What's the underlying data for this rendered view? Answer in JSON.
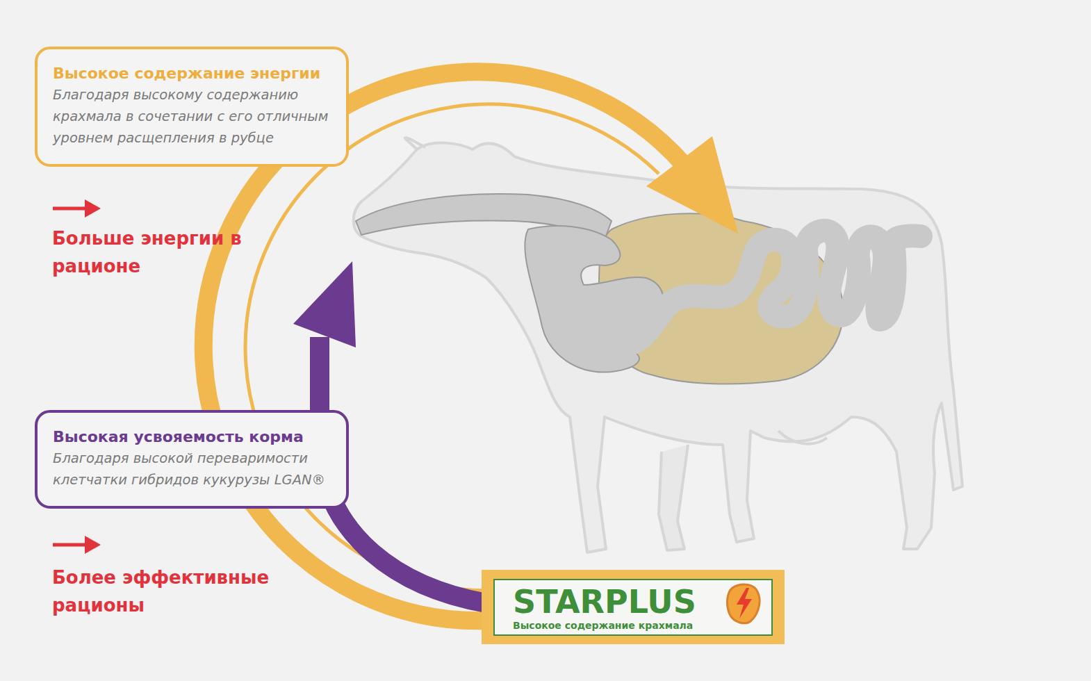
{
  "diagram": {
    "nodes": [
      {
        "text": [
          "Высокое содержание энергии",
          "Благодаря высокому содержанию крахмала в сочетании с его отличным уровнем расщепления в рубце"
        ]
      },
      {
        "text": [
          "Высокая усвояемость корма",
          "Благодаря высокой переваримости клетчатки гибридов кукурузы LGAN®"
        ]
      },
      {
        "text": [
          "STARPLUS",
          "Высокое содержание крахмала"
        ]
      }
    ],
    "labels": [
      "Больше энергии в рационе",
      "Более эффективные рационы"
    ]
  }
}
